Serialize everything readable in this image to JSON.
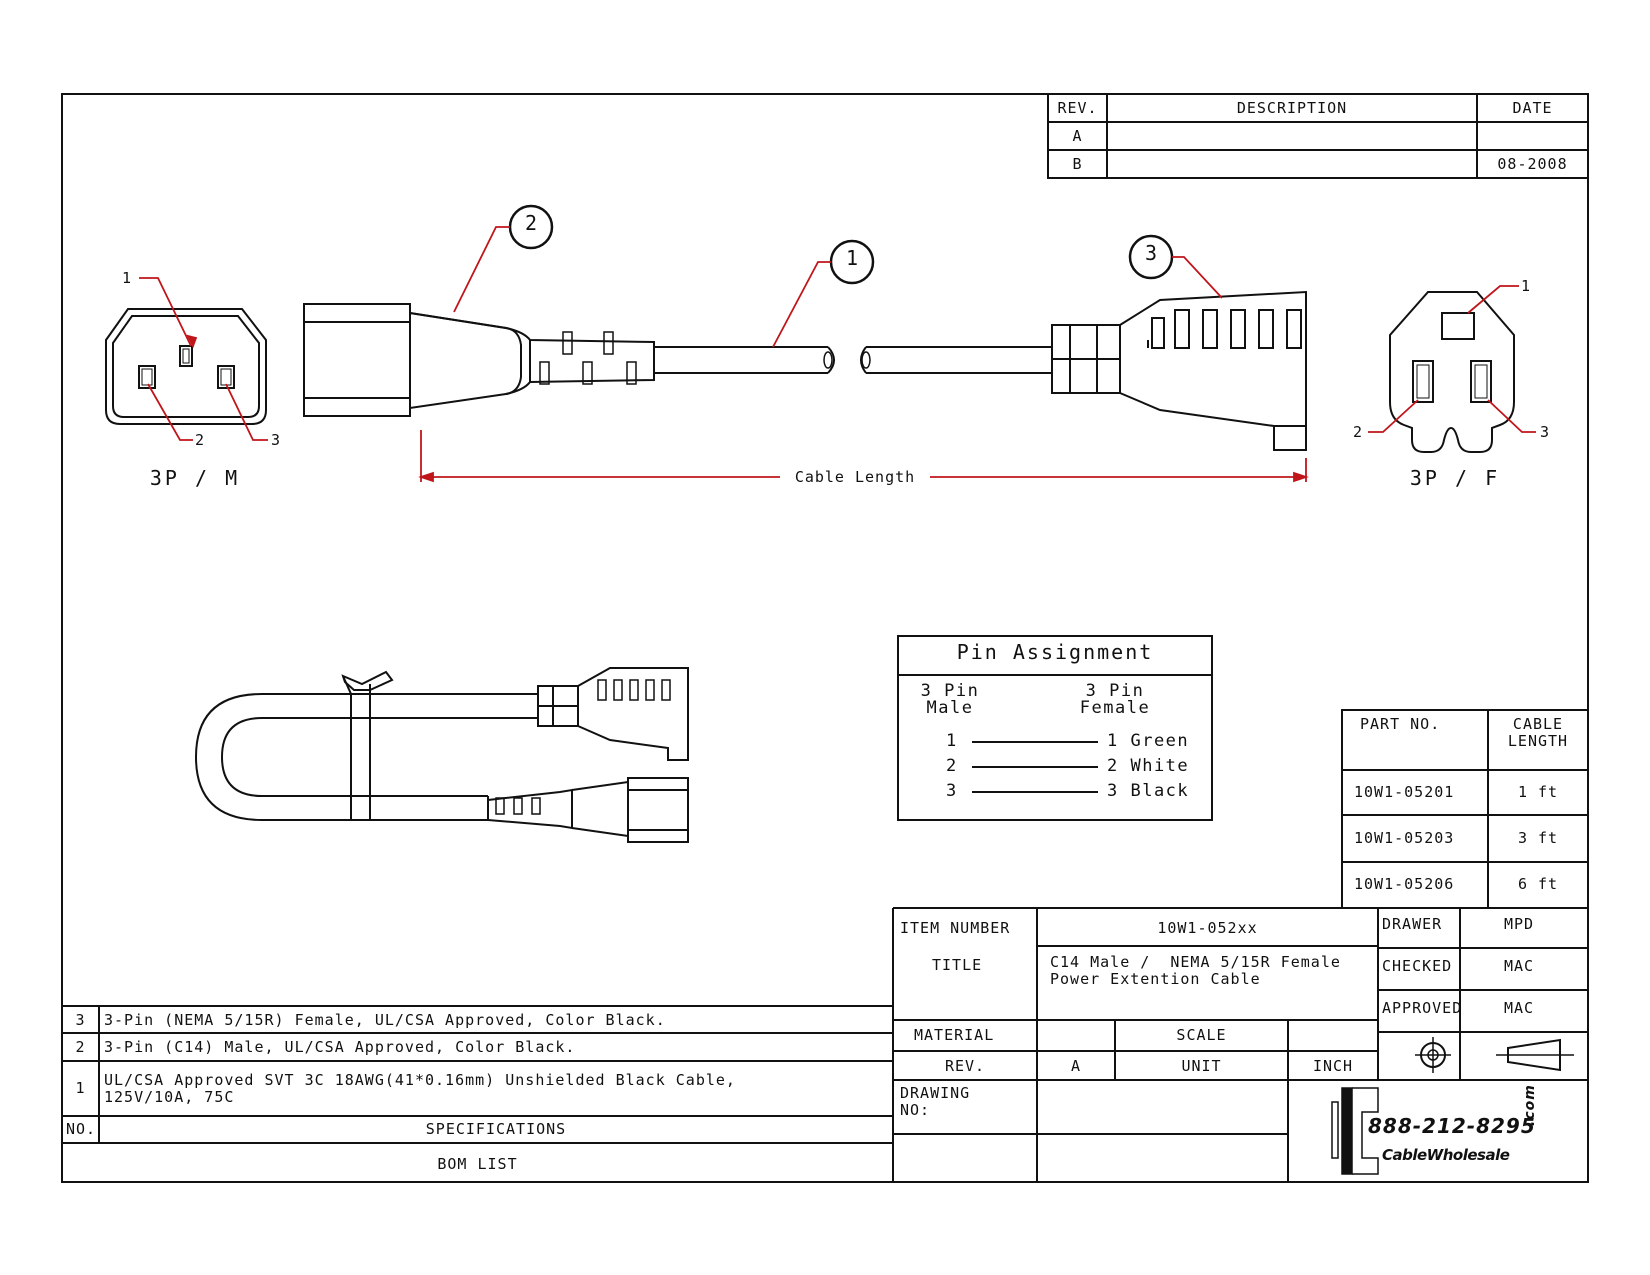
{
  "revision_table": {
    "headers": {
      "rev": "REV.",
      "description": "DESCRIPTION",
      "date": "DATE"
    },
    "rows": [
      {
        "rev": "A",
        "description": "",
        "date": ""
      },
      {
        "rev": "B",
        "description": "",
        "date": "08-2008"
      }
    ]
  },
  "callouts": [
    "1",
    "2",
    "3"
  ],
  "male_connector": {
    "pins": [
      "1",
      "2",
      "3"
    ],
    "label": "3P / M"
  },
  "female_connector": {
    "pins": [
      "1",
      "2",
      "3"
    ],
    "label": "3P / F"
  },
  "dimension": {
    "label": "Cable Length"
  },
  "pin_assignment": {
    "title": "Pin Assignment",
    "male_header": "3 Pin\nMale",
    "female_header": "3 Pin\nFemale",
    "rows": [
      {
        "male": "1",
        "female": "1 Green"
      },
      {
        "male": "2",
        "female": "2 White"
      },
      {
        "male": "3",
        "female": "3 Black"
      }
    ]
  },
  "part_table": {
    "headers": {
      "part": "PART NO.",
      "length": "CABLE\nLENGTH"
    },
    "rows": [
      {
        "part": "10W1-05201",
        "length": "1 ft"
      },
      {
        "part": "10W1-05203",
        "length": "3 ft"
      },
      {
        "part": "10W1-05206",
        "length": "6 ft"
      }
    ]
  },
  "title_block": {
    "item_number_label": "ITEM NUMBER",
    "item_number": "10W1-052xx",
    "title_label": "TITLE",
    "title": "C14 Male /  NEMA 5/15R Female\nPower Extention Cable",
    "drawer_label": "DRAWER",
    "drawer": "MPD",
    "checked_label": "CHECKED",
    "checked": "MAC",
    "approved_label": "APPROVED",
    "approved": "MAC",
    "material_label": "MATERIAL",
    "material": "",
    "scale_label": "SCALE",
    "scale": "",
    "rev_label": "REV.",
    "rev": "A",
    "unit_label": "UNIT",
    "unit": "INCH",
    "drawing_no_label": "DRAWING\nNO:"
  },
  "bom": {
    "rows": [
      {
        "no": "3",
        "spec": "3-Pin (NEMA 5/15R) Female, UL/CSA Approved, Color Black."
      },
      {
        "no": "2",
        "spec": "3-Pin (C14) Male, UL/CSA Approved, Color Black."
      },
      {
        "no": "1",
        "spec": "UL/CSA Approved SVT 3C 18AWG(41*0.16mm) Unshielded Black Cable,\n125V/10A, 75C"
      }
    ],
    "no_header": "NO.",
    "spec_header": "SPECIFICATIONS",
    "footer": "BOM LIST"
  },
  "logo": {
    "phone": "888-212-8295",
    "name": "CableWholesale",
    "suffix": ".com"
  },
  "colors": {
    "line": "#111111",
    "leader": "#c0161b"
  }
}
